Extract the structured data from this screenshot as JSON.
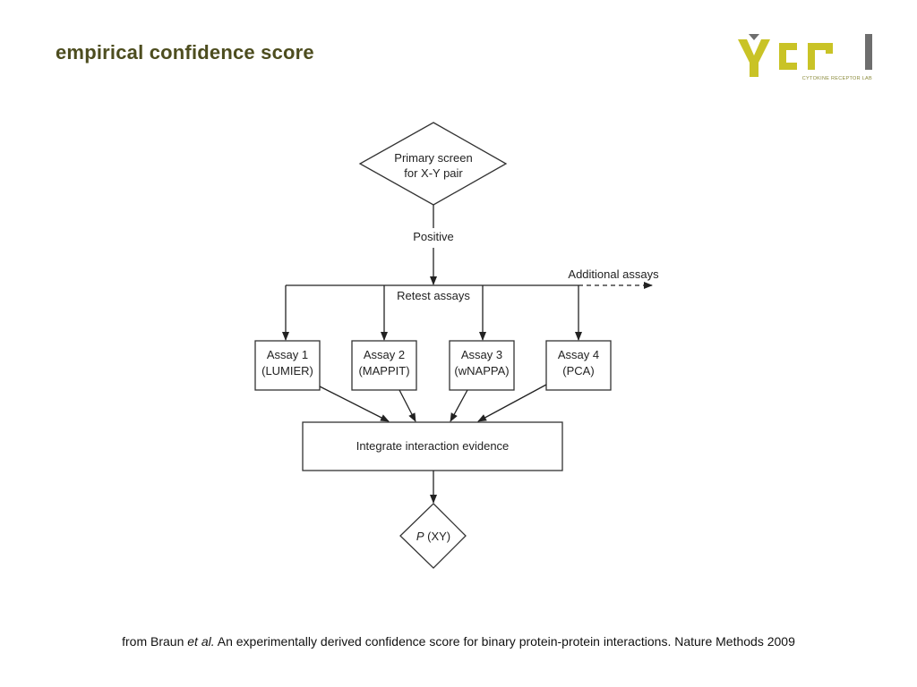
{
  "slide": {
    "title": "empirical confidence score"
  },
  "logo": {
    "letters": "ycrl",
    "subtitle": "CYTOKINE RECEPTOR LAB",
    "colors": {
      "yellow": "#c9c326",
      "gray": "#6e6e6e"
    }
  },
  "diagram": {
    "primary_line1": "Primary screen",
    "primary_line2": "for X-Y pair",
    "positive_label": "Positive",
    "additional_label": "Additional assays",
    "retest_label": "Retest assays",
    "assays": [
      {
        "line1": "Assay 1",
        "line2": "(LUMIER)"
      },
      {
        "line1": "Assay 2",
        "line2": "(MAPPIT)"
      },
      {
        "line1": "Assay 3",
        "line2": "(wNAPPA)"
      },
      {
        "line1": "Assay 4",
        "line2": "(PCA)"
      }
    ],
    "integrate_label": "Integrate interaction evidence",
    "result_var": "P",
    "result_rest": " (XY)"
  },
  "citation": {
    "prefix": "from Braun ",
    "etal": "et al.",
    "rest": " An experimentally derived confidence score for binary protein-protein interactions. Nature Methods 2009"
  }
}
